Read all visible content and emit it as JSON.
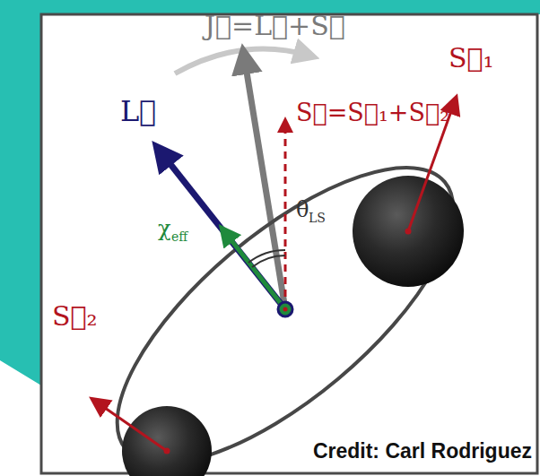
{
  "diagram": {
    "labels": [
      "J⃗=L⃗+S⃗",
      "L⃗",
      "S⃗=S⃗₁+S⃗₂",
      "S⃗₁",
      "S⃗₂",
      "χ",
      "eff",
      "θ",
      "LS",
      "Credit: Carl Rodriguez"
    ]
  }
}
